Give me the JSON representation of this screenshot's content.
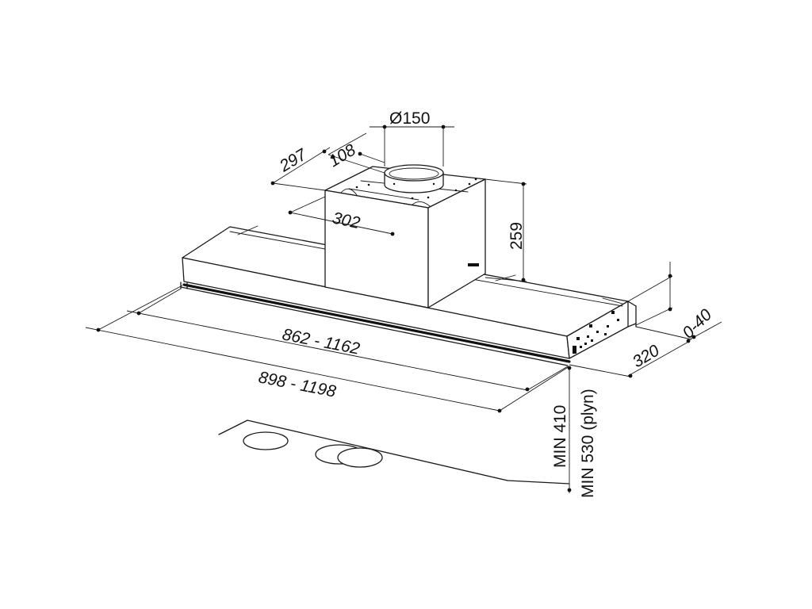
{
  "dimensions": {
    "duct_diameter": "Ø150",
    "box_depth": "297",
    "duct_offset": "108",
    "box_width": "302",
    "box_height": "259",
    "inner_width": "862 - 1162",
    "outer_width": "898 - 1198",
    "hood_depth": "320",
    "front_offset": "0-40",
    "min_height_electric": "MIN 410",
    "min_height_gas": "MIN 530 (plyn)"
  }
}
